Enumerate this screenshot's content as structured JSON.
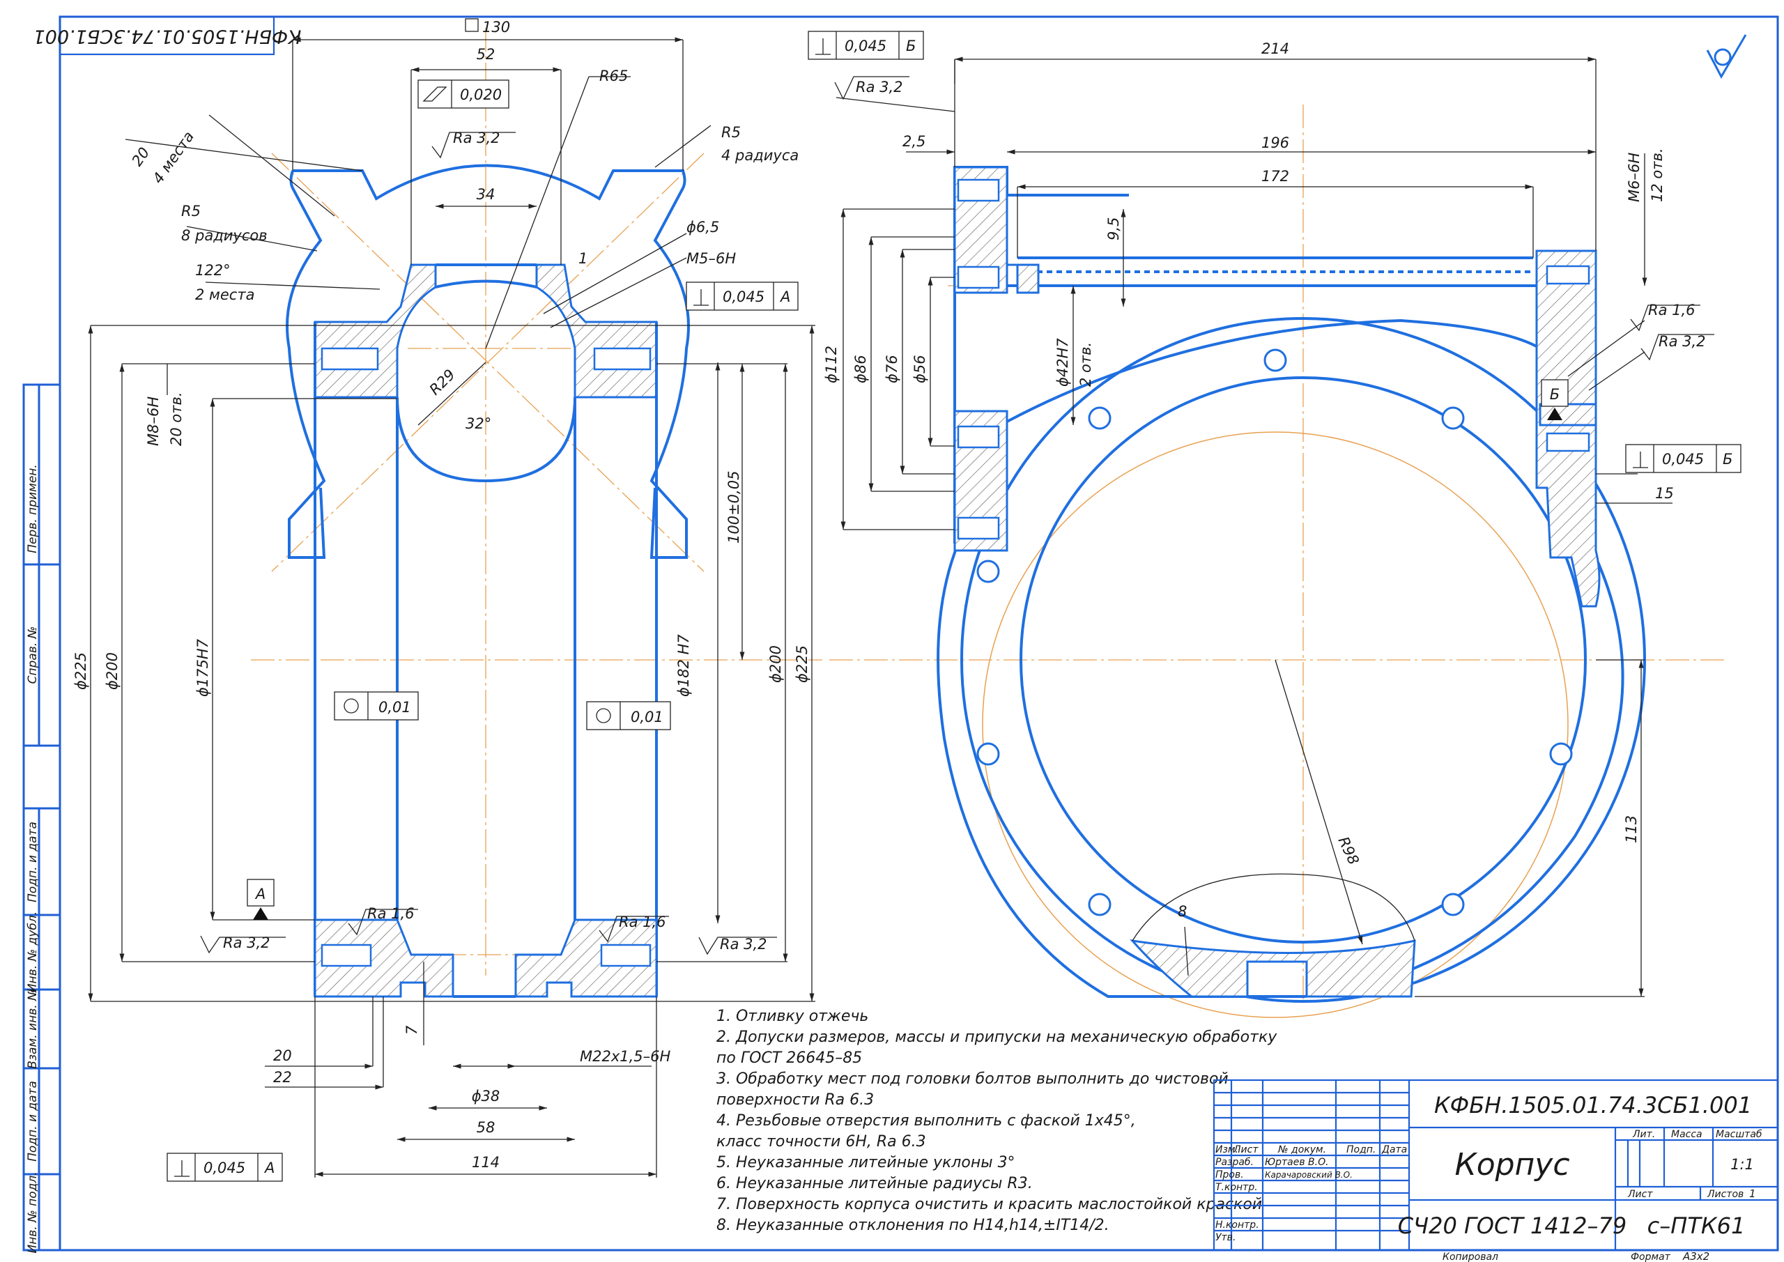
{
  "stamp_top": "КФБН.1505.01.74.3СБ1.001",
  "left_view": {
    "dims": {
      "d130": "130",
      "d52": "52",
      "d34": "34",
      "r65": "R65",
      "r5_4": "R5",
      "r5_4_note": "4 радиуса",
      "r5_8": "R5",
      "r5_8_note": "8 радиусов",
      "a20": "20",
      "a20_note": "4 места",
      "a122": "122°",
      "a122_note": "2 места",
      "phi65": "ϕ6,5",
      "m5": "M5–6H",
      "one": "1",
      "r29": "R29",
      "a32": "32°",
      "m8": "M8–6H",
      "m8_note": "20 отв.",
      "phi225": "ϕ225",
      "phi200": "ϕ200",
      "phi175": "ϕ175H7",
      "phi182": "ϕ182 H7",
      "d100": "100±0,05",
      "phi200r": "ϕ200",
      "phi225r": "ϕ225",
      "seven": "7",
      "d20": "20",
      "d22": "22",
      "m22": "M22x1,5–6H",
      "phi38": "ϕ38",
      "d58": "58",
      "d114": "114"
    },
    "tolerances": {
      "flat": "0,020",
      "perp_a_top": "0,045",
      "perp_a_top_datum": "A",
      "cyl_left": "0,01",
      "cyl_right": "0,01",
      "perp_bottom": "0,045",
      "perp_bottom_datum": "A"
    },
    "roughness": {
      "ra32_top": "Ra 3,2",
      "ra16_l": "Ra 1,6",
      "ra32_l": "Ra 3,2",
      "ra16_r": "Ra 1,6",
      "ra32_r": "Ra 3,2"
    },
    "datum_a": "А"
  },
  "right_view": {
    "dims": {
      "d214": "214",
      "d25": "2,5",
      "d196": "196",
      "d172": "172",
      "d95": "9,5",
      "m6": "M6–6H",
      "m6_note": "12 отв.",
      "phi112": "ϕ112",
      "phi86": "ϕ86",
      "phi76": "ϕ76",
      "phi56": "ϕ56",
      "phi42": "ϕ42H7",
      "phi42_note": "2 отв.",
      "d15": "15",
      "r98": "R98",
      "d113": "113",
      "eight": "8"
    },
    "tolerances": {
      "perp_b_top": "0,045",
      "perp_b_top_datum": "Б",
      "perp_b_right": "0,045",
      "perp_b_right_datum": "Б"
    },
    "roughness": {
      "ra32_top": "Ra 3,2",
      "ra16": "Ra 1,6",
      "ra32": "Ra 3,2"
    },
    "datum_b": "Б"
  },
  "notes": [
    "1. Отливку отжечь",
    "2. Допуски размеров, массы и припуски на механическую обработку",
    "по ГОСТ 26645–85",
    "3. Обработку мест под головки болтов выполнить до чистовой",
    "поверхности Ra 6.3",
    "4. Резьбовые отверстия выполнить с фаской 1х45°,",
    "класс точности 6H, Ra 6.3",
    "5. Неуказанные литейные уклоны 3°",
    "6. Неуказанные литейные радиусы R3.",
    "7. Поверхность корпуса очистить и красить маслостойкой краской",
    "8. Неуказанные отклонения по H14,h14,±IT14/2."
  ],
  "side_strip": [
    "Перв. примен.",
    "Справ. №",
    "Подп. и дата",
    "Инв. № дубл.",
    "Взам. инв. №",
    "Подп. и дата",
    "Инв. № подл."
  ],
  "title_block": {
    "designation": "КФБН.1505.01.74.3СБ1.001",
    "name": "Корпус",
    "material": "СЧ20 ГОСТ 1412–79",
    "org": "с–ПТК61",
    "h_izm": "Изм.",
    "h_list": "Лист",
    "h_doc": "№ докум.",
    "h_sign": "Подп.",
    "h_date": "Дата",
    "r_razrab": "Разраб.",
    "n_razrab": "Юртаев В.О.",
    "r_prov": "Пров.",
    "n_prov": "Карачаровский В.О.",
    "r_tkontr": "Т.контр.",
    "r_nkontr": "Н.контр.",
    "r_utv": "Утв.",
    "lit": "Лит.",
    "massa": "Масса",
    "masshtab": "Масштаб",
    "scale": "1:1",
    "list_label": "Лист",
    "listov_label": "Листов",
    "listov": "1",
    "kopiroval": "Копировал",
    "format": "Формат",
    "format_val": "А3х2"
  }
}
